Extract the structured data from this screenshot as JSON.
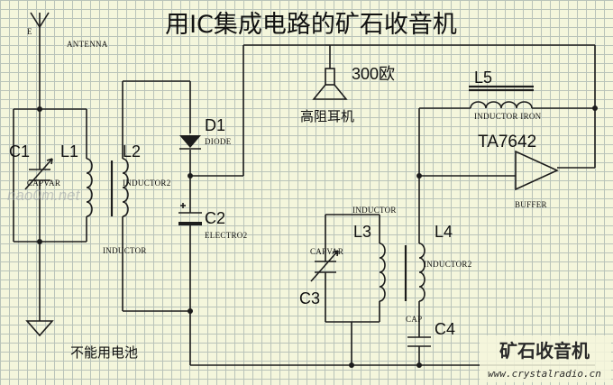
{
  "title": "用IC集成电路的矿石收音机",
  "antenna": {
    "pin_label": "E",
    "label": "ANTENNA"
  },
  "components": {
    "c1": {
      "ref": "C1",
      "type": "CAPVAR"
    },
    "l1": {
      "ref": "L1"
    },
    "l2": {
      "ref": "L2",
      "type": "INDUCTOR2",
      "type2": "INDUCTOR"
    },
    "d1": {
      "ref": "D1",
      "type": "DIODE"
    },
    "c2": {
      "ref": "C2",
      "type": "ELECTRO2"
    },
    "earphone": {
      "value": "300欧",
      "label": "高阻耳机"
    },
    "l5": {
      "ref": "L5",
      "type": "INDUCTOR IRON"
    },
    "ic": {
      "ref": "TA7642",
      "type": "BUFFER"
    },
    "l3": {
      "ref": "L3",
      "type": "INDUCTOR"
    },
    "c3": {
      "ref": "C3",
      "type": "CAPVAR"
    },
    "l4": {
      "ref": "L4",
      "type": "INDUCTOR2"
    },
    "c4": {
      "ref": "C4",
      "type": "CAP"
    }
  },
  "note": "不能用电池",
  "watermark": "nao0m.net",
  "logo": {
    "text": "矿石收音机",
    "url": "www.crystalradio.cn"
  }
}
